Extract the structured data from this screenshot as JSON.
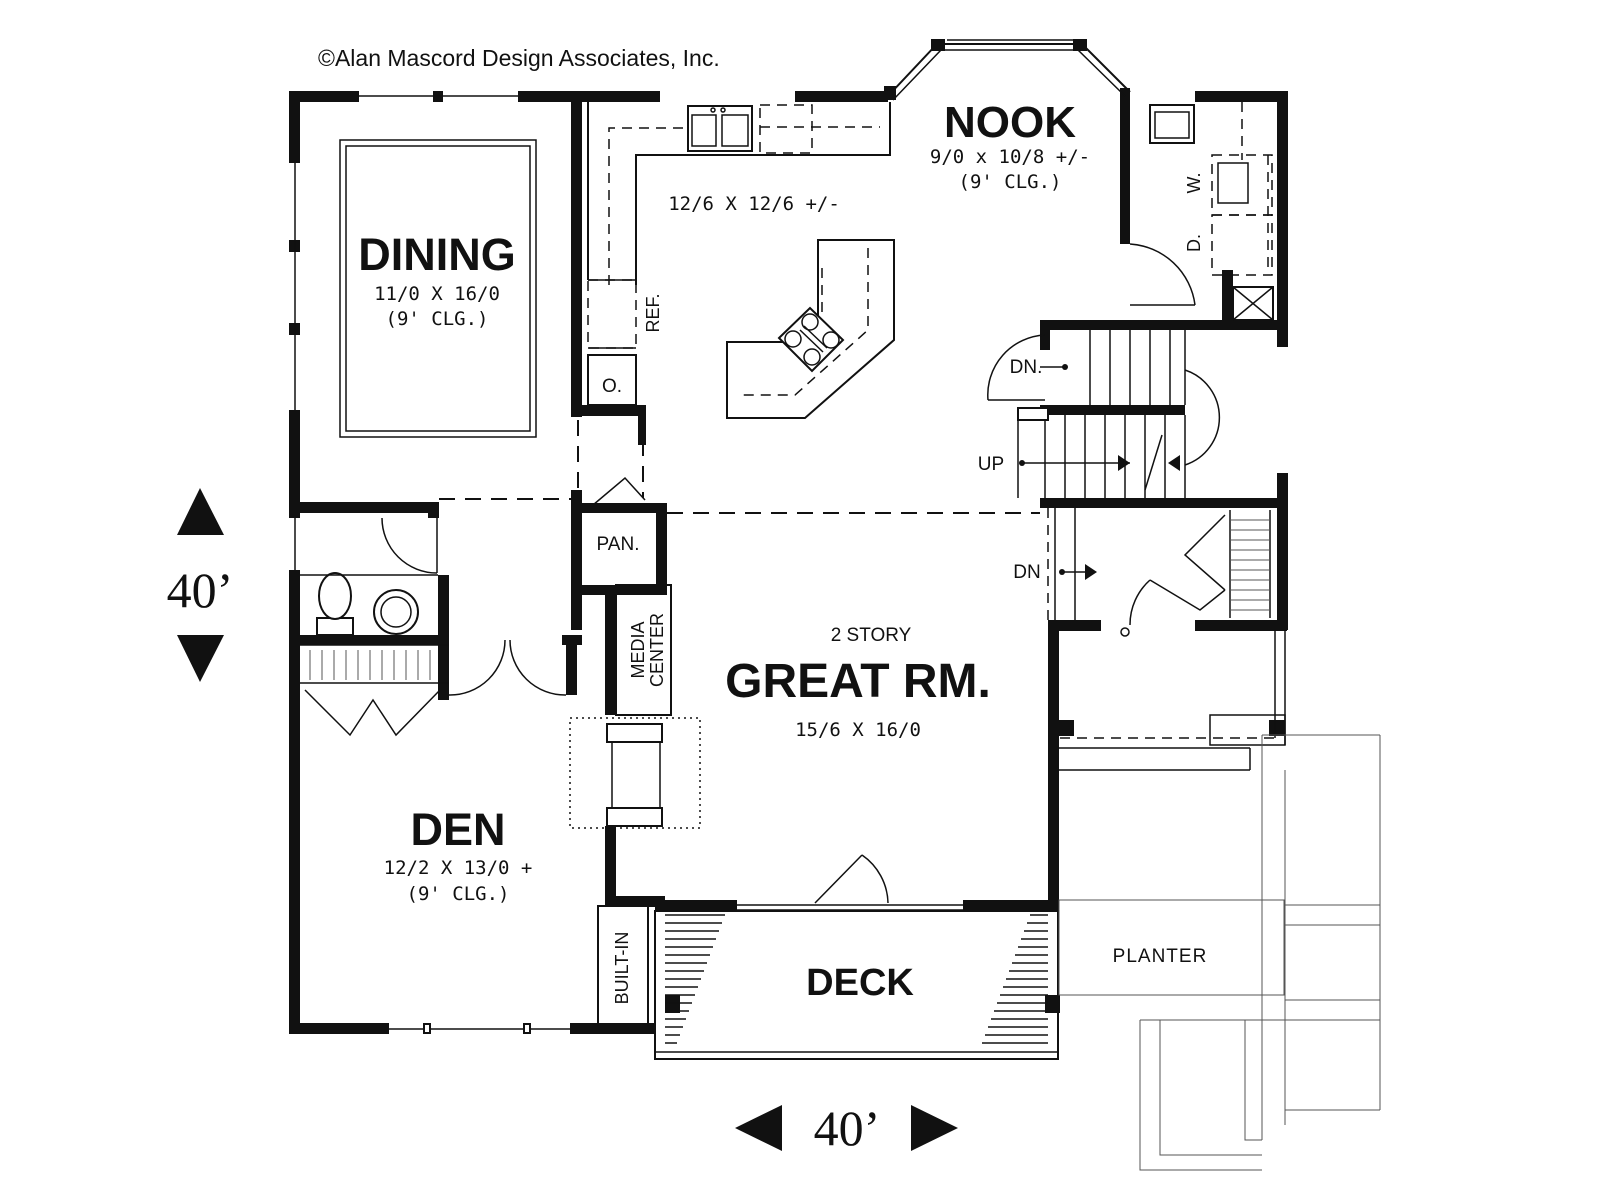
{
  "copyright": "©Alan Mascord Design Associates, Inc.",
  "rooms": {
    "dining": {
      "name": "DINING",
      "size": "11/0 X 16/0",
      "ceiling": "(9' CLG.)"
    },
    "kitchen": {
      "size": "12/6 X 12/6 +/-"
    },
    "nook": {
      "name": "NOOK",
      "size": "9/0 x 10/8 +/-",
      "ceiling": "(9' CLG.)"
    },
    "great_room": {
      "note": "2 STORY",
      "name": "GREAT RM.",
      "size": "15/6 X 16/0"
    },
    "den": {
      "name": "DEN",
      "size": "12/2 X 13/0 +",
      "ceiling": "(9' CLG.)"
    },
    "deck": {
      "name": "DECK"
    },
    "planter": {
      "name": "PLANTER"
    }
  },
  "labels": {
    "ref": "REF.",
    "oven": "O.",
    "pantry": "PAN.",
    "media_center": [
      "MEDIA",
      "CENTER"
    ],
    "built_in": "BUILT-IN",
    "washer": "W.",
    "dryer": "D.",
    "stair_down_upper": "DN.",
    "stair_up": "UP",
    "stair_down_lower": "DN"
  },
  "dimensions": {
    "width": "40’",
    "depth": "40’"
  }
}
